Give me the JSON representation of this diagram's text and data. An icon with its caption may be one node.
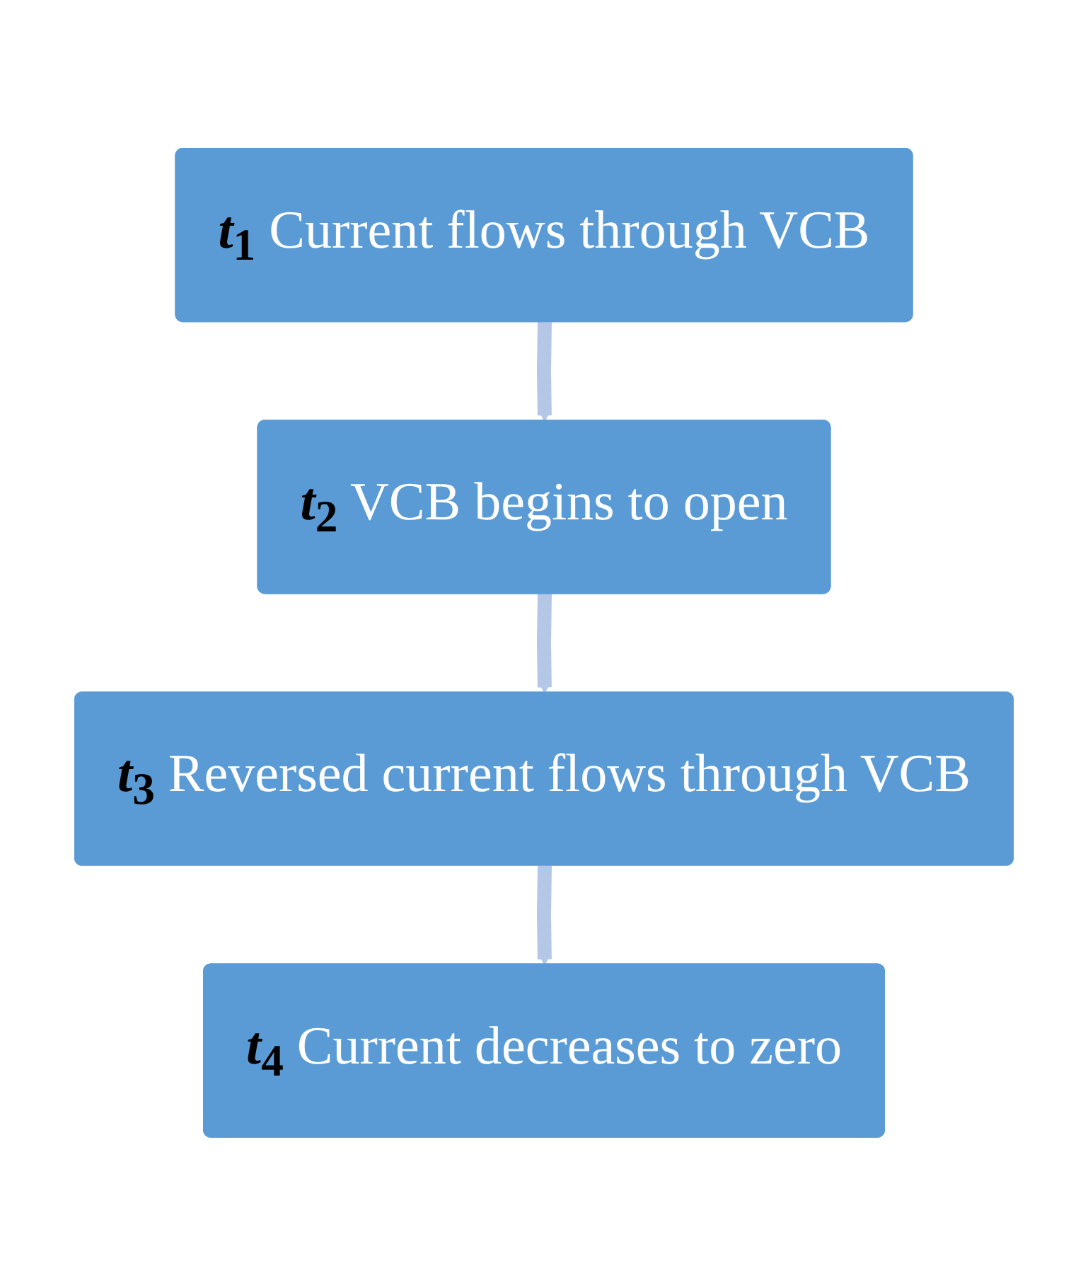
{
  "diagram": {
    "nodes": [
      {
        "text": [
          "*t*$_{1}$ Current flows through VCB"
        ]
      },
      {
        "text": [
          "*t*$_{2}$ VCB begins to open"
        ]
      },
      {
        "text": [
          "*t*$_{3}$ Reversed current flows through VCB"
        ]
      },
      {
        "text": [
          "*t*$_{4}$ Current decreases to zero"
        ]
      }
    ],
    "edges": [
      {
        "from": 0,
        "to": 1,
        "arrow": "to"
      },
      {
        "from": 1,
        "to": 2,
        "arrow": "to"
      },
      {
        "from": 2,
        "to": 3,
        "arrow": "to"
      }
    ]
  }
}
